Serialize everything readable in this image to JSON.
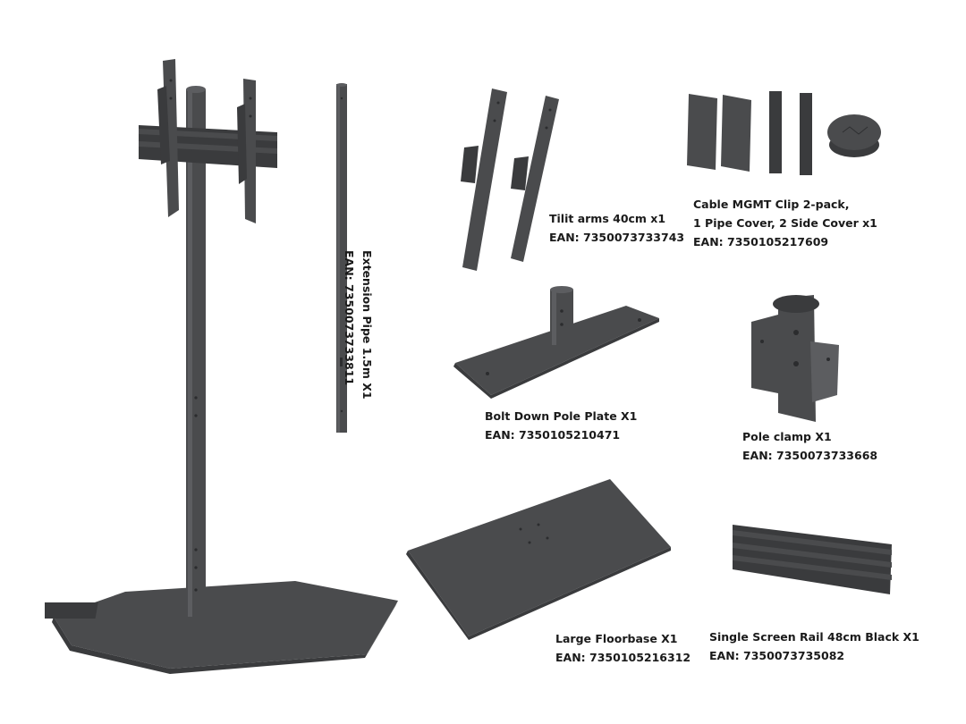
{
  "products": {
    "extension_pipe": {
      "name": "Extension Pipe 1.5m X1",
      "ean": "EAN: 7350073733811"
    },
    "tilt_arms": {
      "name": "Tilit arms 40cm x1",
      "ean": "EAN: 7350073733743"
    },
    "cable_clip": {
      "name_line1": "Cable MGMT Clip 2-pack,",
      "name_line2": "1 Pipe Cover, 2 Side Cover x1",
      "ean": "EAN: 7350105217609"
    },
    "bolt_plate": {
      "name": "Bolt Down Pole Plate  X1",
      "ean": "EAN: 7350105210471"
    },
    "pole_clamp": {
      "name": "Pole clamp X1",
      "ean": "EAN: 7350073733668"
    },
    "large_floorbase": {
      "name": "Large Floorbase X1",
      "ean": "EAN: 7350105216312"
    },
    "screen_rail": {
      "name": "Single Screen Rail 48cm Black X1",
      "ean": "EAN: 7350073735082"
    }
  },
  "colors": {
    "metal": "#4a4b4d",
    "text": "#1a1a1a",
    "background": "#ffffff"
  }
}
